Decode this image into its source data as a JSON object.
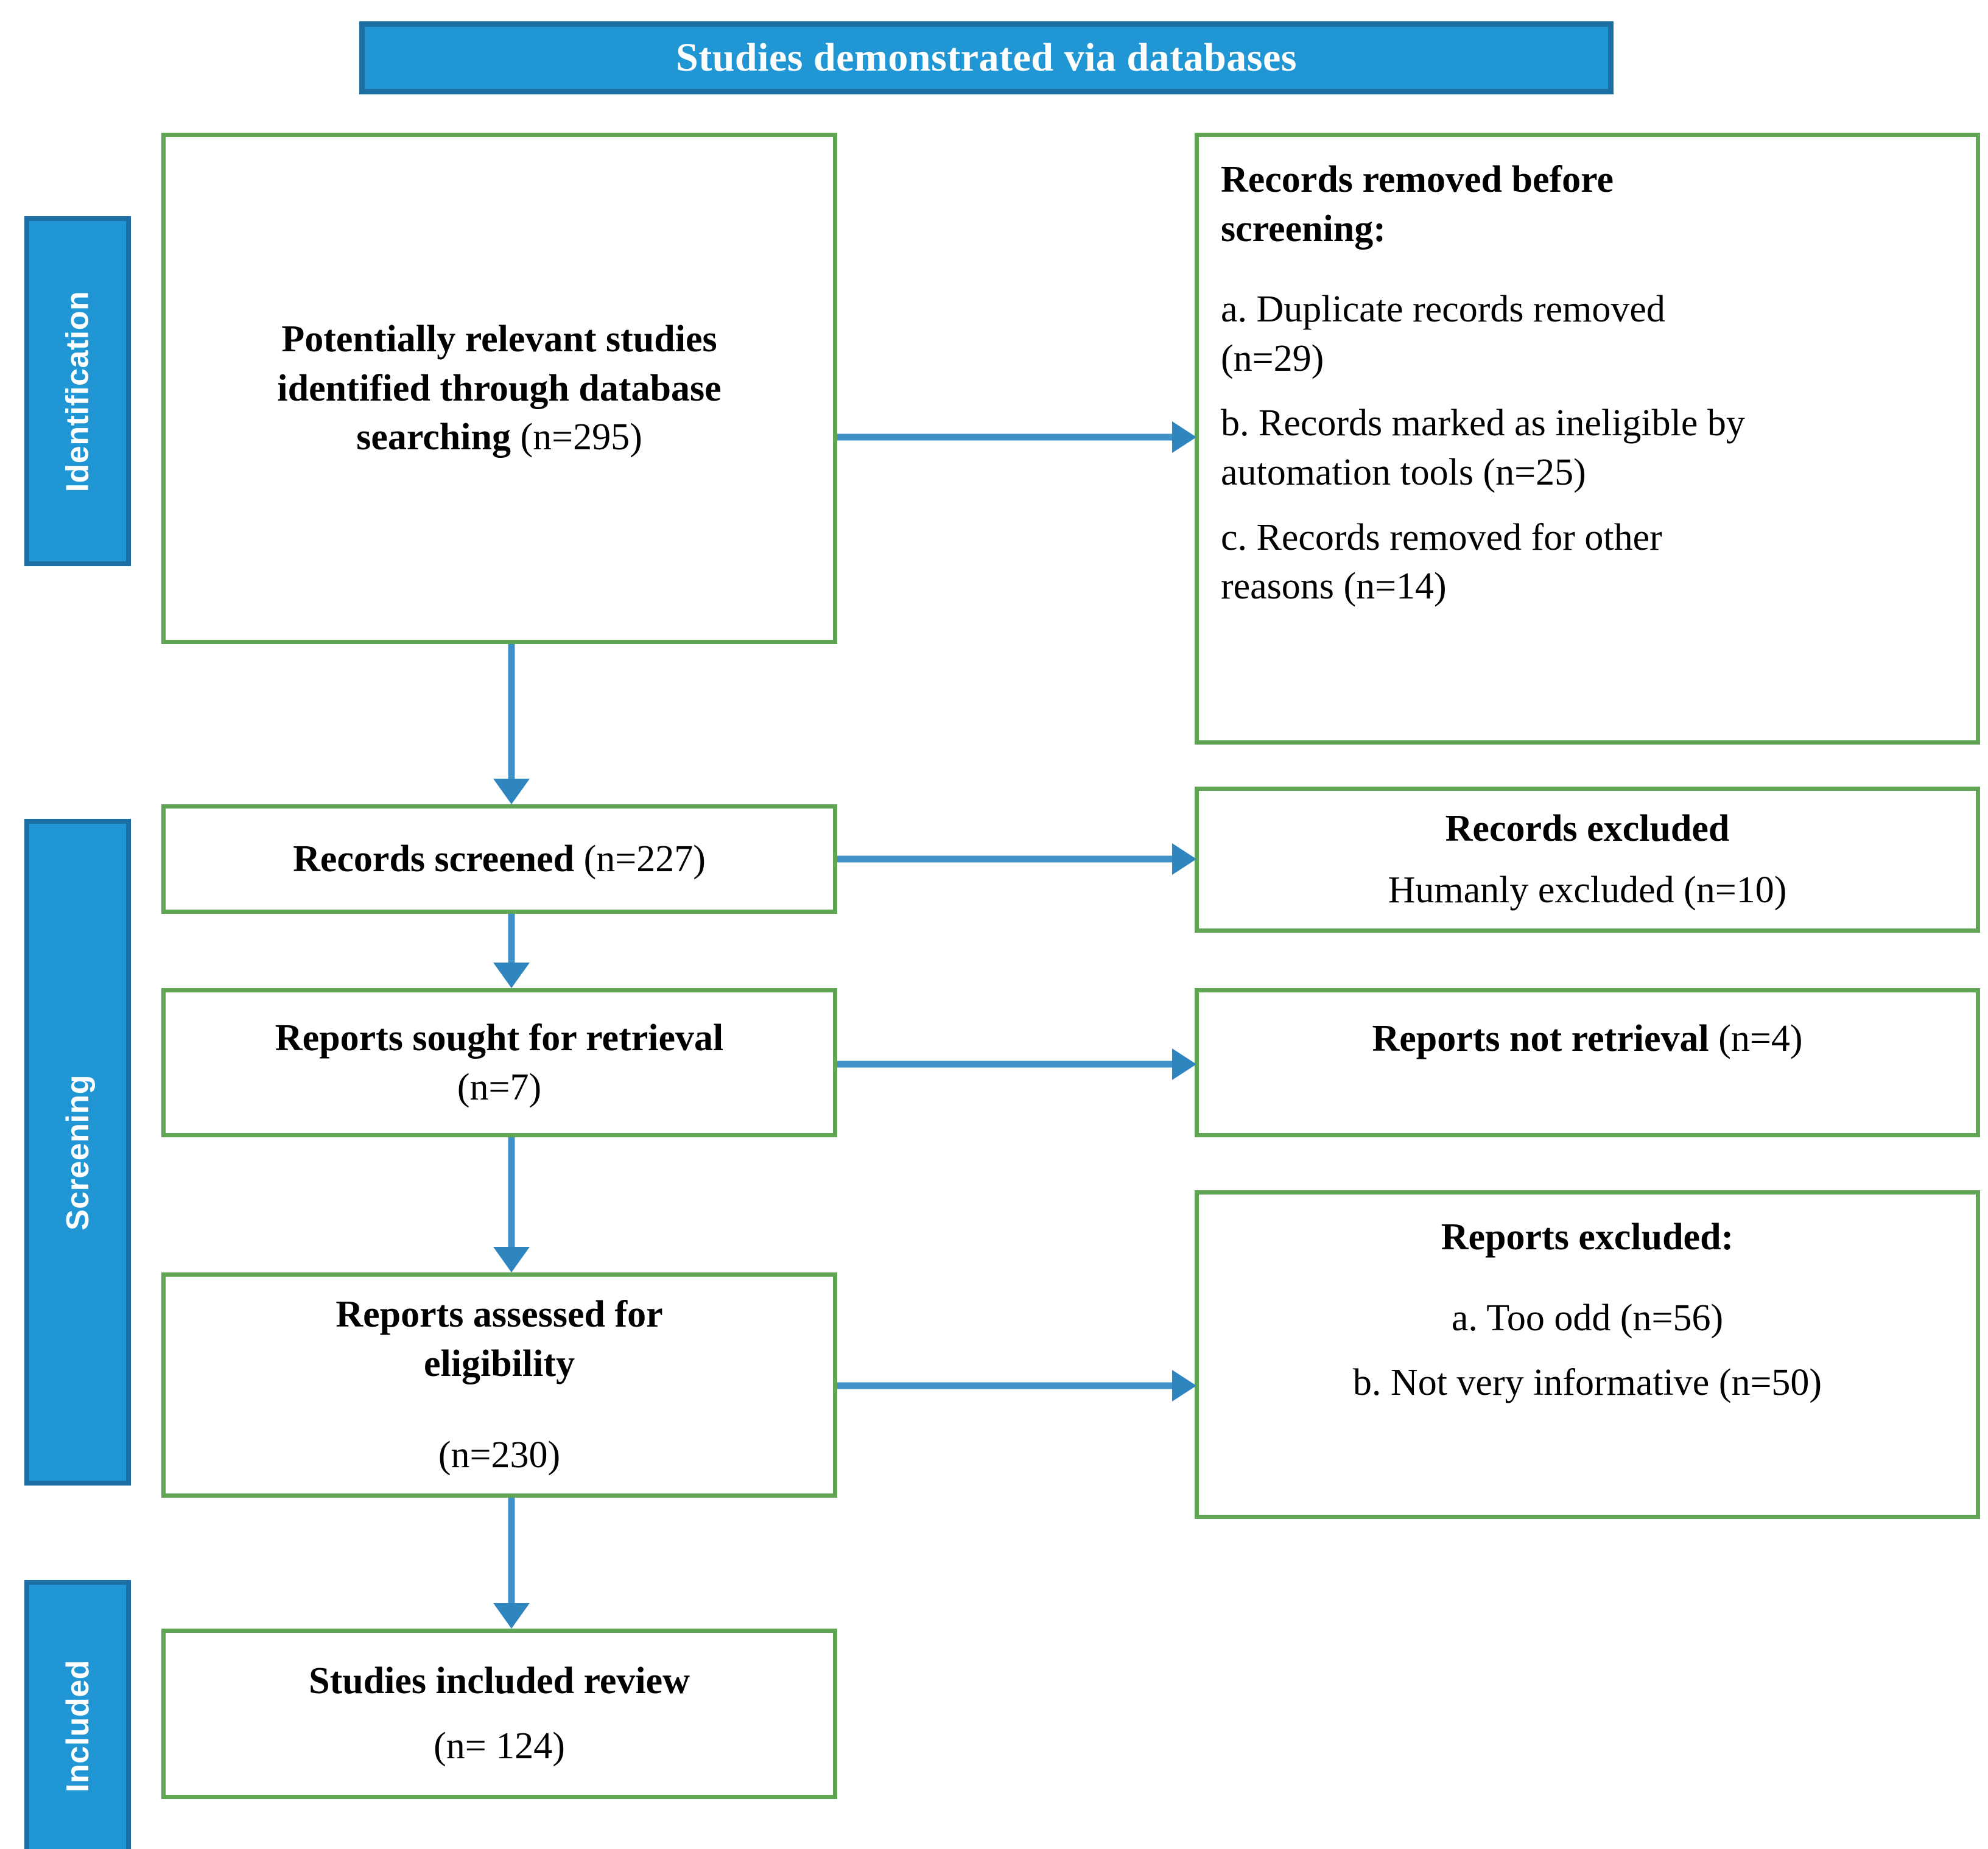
{
  "header": {
    "title": "Studies demonstrated via databases",
    "fill_color": "#2196d4",
    "border_color": "#1b6fa3",
    "text_color": "#ffffff"
  },
  "colors": {
    "phase_fill": "#2196d4",
    "phase_border": "#1b6fa3",
    "box_border": "#5fa553",
    "arrow": "#3e92c8",
    "box_fill": "#ffffff",
    "text": "#000000"
  },
  "phases": [
    {
      "label": "Identification"
    },
    {
      "label": "Screening"
    },
    {
      "label": "Included"
    }
  ],
  "boxes": {
    "identified": {
      "line1": "Potentially relevant studies",
      "line2": "identified through database",
      "line3_bold": "searching ",
      "line3_reg": "(n=295)"
    },
    "removed_before_screening": {
      "title_line1": "Records removed before",
      "title_line2": "screening:",
      "item_a_line1": "a.   Duplicate records removed",
      "item_a_line2": "(n=29)",
      "item_b_line1": "b. Records marked as ineligible by",
      "item_b_line2": "automation tools (n=25)",
      "item_c_line1": "c. Records removed for other",
      "item_c_line2": "reasons (n=14)"
    },
    "records_screened": {
      "bold": "Records screened ",
      "reg": "(n=227)"
    },
    "records_excluded": {
      "title": "Records excluded",
      "detail": "Humanly excluded (n=10)"
    },
    "reports_sought": {
      "bold": "Reports sought for retrieval",
      "reg": "(n=7)"
    },
    "reports_not_retrieved": {
      "bold": "Reports not retrieval ",
      "reg": "(n=4)"
    },
    "reports_assessed": {
      "bold_line1": "Reports assessed for",
      "bold_line2": "eligibility",
      "reg": "(n=230)"
    },
    "reports_excluded": {
      "title": "Reports excluded:",
      "item_a": "a. Too odd (n=56)",
      "item_b": "b. Not very informative (n=50)"
    },
    "studies_included": {
      "bold": "Studies included review",
      "reg": "(n= 124)"
    }
  }
}
